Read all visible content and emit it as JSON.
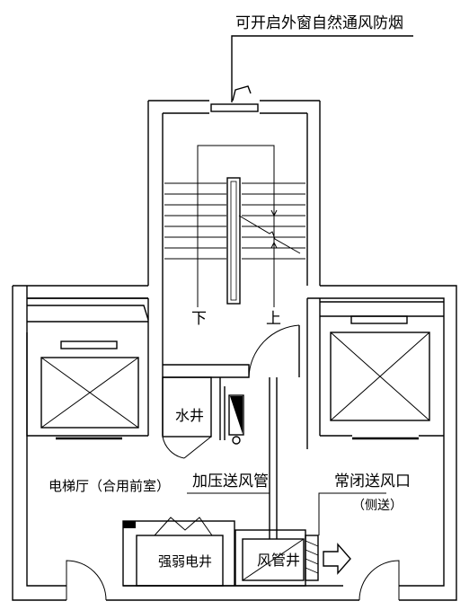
{
  "labels": {
    "window": "可开启外窗自然通风防烟",
    "down": "下",
    "up": "上",
    "water_shaft": "水井",
    "lobby": "电梯厅（合用前室）",
    "pressure_duct": "加压送风管",
    "closed_vent": "常闭送风口",
    "side_supply": "（侧送）",
    "electrical_shaft": "强弱电井",
    "air_shaft": "风管井"
  },
  "colors": {
    "line": "#000000",
    "fill": "#000000",
    "background": "#ffffff"
  }
}
